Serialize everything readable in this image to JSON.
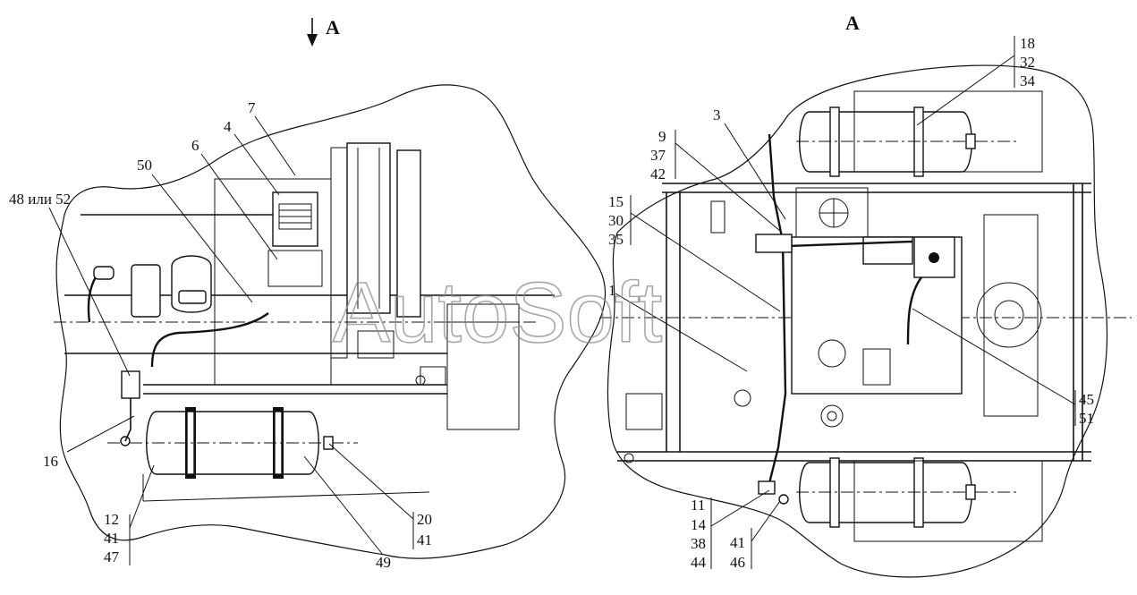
{
  "views": {
    "left": {
      "title": "A"
    },
    "right": {
      "title": "A"
    }
  },
  "watermark": "AutoSoft",
  "labels": {
    "l_48_52": "48 или 52",
    "l_50": "50",
    "l_6": "6",
    "l_4": "4",
    "l_7": "7",
    "l_16": "16",
    "l_12": "12",
    "l_41a": "41",
    "l_47": "47",
    "l_20": "20",
    "l_41b": "41",
    "l_49": "49",
    "r_3": "3",
    "r_9": "9",
    "r_37": "37",
    "r_42": "42",
    "r_15": "15",
    "r_30": "30",
    "r_35": "35",
    "r_1": "1",
    "r_18": "18",
    "r_32": "32",
    "r_34": "34",
    "r_45": "45",
    "r_51": "51",
    "r_11": "11",
    "r_14": "14",
    "r_38": "38",
    "r_44": "44",
    "r_41": "41",
    "r_46": "46"
  }
}
